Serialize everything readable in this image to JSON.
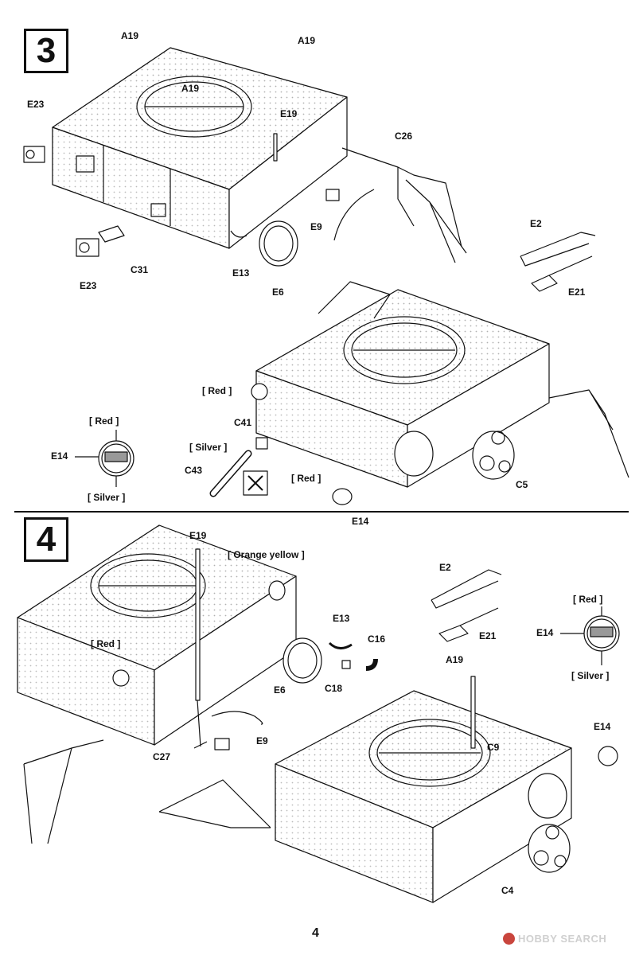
{
  "steps": {
    "step3": {
      "number": "3",
      "labels": {
        "a19_top_left": "A19",
        "a19_top_right": "A19",
        "a19_center": "A19",
        "e19": "E19",
        "e23_top": "E23",
        "e23_bottom": "E23",
        "c31": "C31",
        "e13": "E13",
        "e6": "E6",
        "e9": "E9",
        "c26": "C26",
        "e2": "E2",
        "e21": "E21",
        "red_body": "[ Red ]",
        "c41": "C41",
        "silver_paint": "[ Silver ]",
        "c43": "C43",
        "red_lower": "[ Red ]",
        "e14_part": "E14",
        "c5": "C5",
        "inset_red": "[ Red ]",
        "inset_e14": "E14",
        "inset_silver": "[ Silver ]"
      }
    },
    "step4": {
      "number": "4",
      "labels": {
        "e19": "E19",
        "orange_yellow": "[ Orange yellow ]",
        "red": "[ Red ]",
        "e13": "E13",
        "c16": "C16",
        "e6": "E6",
        "c18": "C18",
        "c27": "C27",
        "e9": "E9",
        "e2": "E2",
        "e21": "E21",
        "a19": "A19",
        "c9": "C9",
        "e14_part": "E14",
        "c4": "C4",
        "inset_red": "[ Red ]",
        "inset_e14": "E14",
        "inset_silver": "[ Silver ]"
      }
    }
  },
  "footer": {
    "page_number": "4",
    "watermark": "HOBBY SEARCH"
  },
  "icons": {
    "glue": "cement-required-icon"
  }
}
